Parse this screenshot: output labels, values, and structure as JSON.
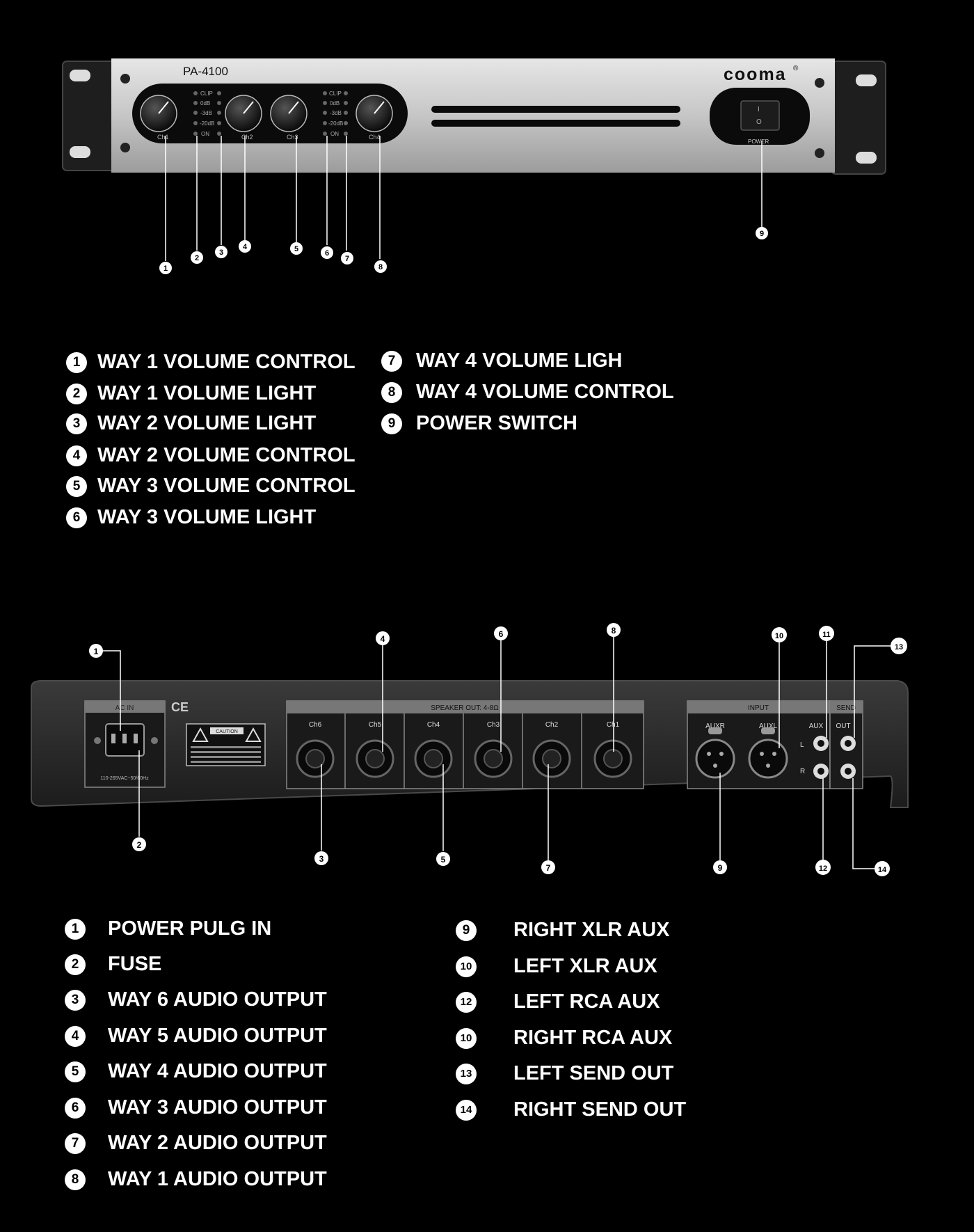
{
  "front_panel": {
    "model": "PA-4100",
    "brand": "cooma",
    "brand_mark": "®",
    "channels": [
      "Ch1",
      "Ch2",
      "Ch3",
      "Ch4"
    ],
    "led_labels": [
      "CLIP",
      "0dB",
      "-3dB",
      "-20dB",
      "ON"
    ],
    "power_label": "POWER",
    "switch_on": "I",
    "switch_off": "O",
    "callouts": [
      "1",
      "2",
      "3",
      "4",
      "5",
      "6",
      "7",
      "8",
      "9"
    ]
  },
  "front_legend": [
    {
      "num": "1",
      "text": "WAY 1 VOLUME CONTROL"
    },
    {
      "num": "2",
      "text": "WAY 1 VOLUME LIGHT"
    },
    {
      "num": "3",
      "text": "WAY 2 VOLUME LIGHT"
    },
    {
      "num": "4",
      "text": "WAY 2 VOLUME CONTROL"
    },
    {
      "num": "5",
      "text": "WAY 3 VOLUME CONTROL"
    },
    {
      "num": "6",
      "text": "WAY 3 VOLUME LIGHT"
    },
    {
      "num": "7",
      "text": "WAY 4 VOLUME LIGH"
    },
    {
      "num": "8",
      "text": "WAY 4 VOLUME CONTROL"
    },
    {
      "num": "9",
      "text": "POWER SWITCH"
    }
  ],
  "rear_panel": {
    "ac_in_label": "AC IN",
    "ac_rating": "110-265VAC~50/60Hz",
    "ce_mark": "CE",
    "caution_title": "CAUTION",
    "speaker_out_label": "SPEAKER OUT: 4-8Ω",
    "speaker_channels": [
      "Ch6",
      "Ch5",
      "Ch4",
      "Ch3",
      "Ch2",
      "Ch1"
    ],
    "input_label": "INPUT",
    "input_jacks": [
      "AUXR",
      "AUXL",
      "AUX"
    ],
    "send_label": "SEND",
    "send_jack": "OUT",
    "rca_left": "L",
    "rca_right": "R",
    "callouts": [
      "1",
      "2",
      "3",
      "4",
      "5",
      "6",
      "7",
      "8",
      "9",
      "10",
      "11",
      "12",
      "13",
      "14"
    ]
  },
  "rear_legend": [
    {
      "num": "1",
      "text": "POWER PULG IN"
    },
    {
      "num": "2",
      "text": "FUSE"
    },
    {
      "num": "3",
      "text": "WAY 6 AUDIO OUTPUT"
    },
    {
      "num": "4",
      "text": "WAY 5 AUDIO OUTPUT"
    },
    {
      "num": "5",
      "text": "WAY 4 AUDIO OUTPUT"
    },
    {
      "num": "6",
      "text": "WAY 3 AUDIO OUTPUT"
    },
    {
      "num": "7",
      "text": "WAY 2 AUDIO OUTPUT"
    },
    {
      "num": "8",
      "text": "WAY 1 AUDIO OUTPUT"
    },
    {
      "num": "9",
      "text": "RIGHT XLR AUX"
    },
    {
      "num": "10",
      "text": "LEFT XLR AUX"
    },
    {
      "num": "12",
      "text": "LEFT RCA AUX"
    },
    {
      "num": "10",
      "text": "RIGHT RCA AUX"
    },
    {
      "num": "13",
      "text": "LEFT SEND OUT"
    },
    {
      "num": "14",
      "text": "RIGHT SEND OUT"
    }
  ],
  "colors": {
    "background": "#000000",
    "front_face": "#c4c4c4",
    "rear_face": "#2b2b2b",
    "text": "#ffffff"
  }
}
